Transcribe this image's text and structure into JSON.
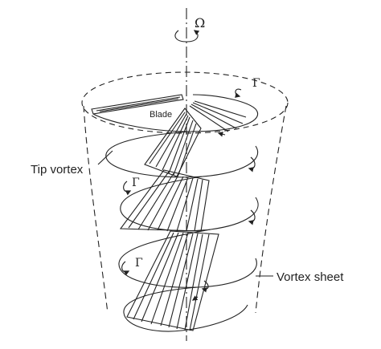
{
  "labels": {
    "omega": "Ω",
    "gamma_top": "Γ",
    "gamma_mid": "Γ",
    "gamma_low": "Γ",
    "blade": "Blade",
    "tip_vortex": "Tip vortex",
    "vortex_sheet": "Vortex sheet"
  },
  "colors": {
    "line": "#222222",
    "background": "#ffffff"
  }
}
